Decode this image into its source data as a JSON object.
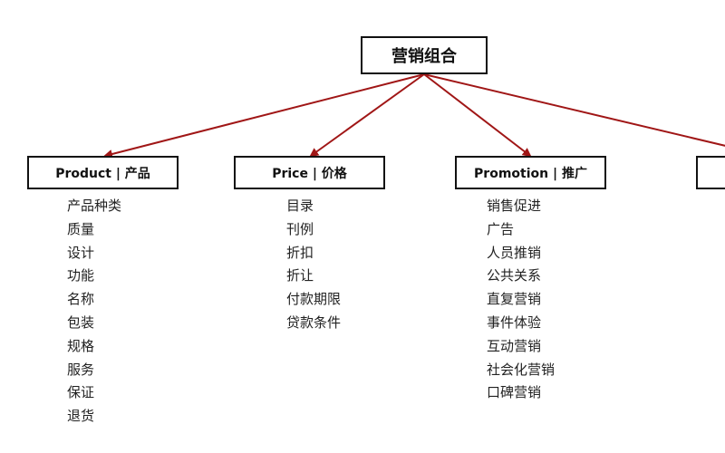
{
  "root": {
    "label": "营销组合"
  },
  "colors": {
    "connector": "#a01616",
    "border": "#111111",
    "text": "#222222"
  },
  "categories": [
    {
      "label": "Product | 产品",
      "items": [
        "产品种类",
        "质量",
        "设计",
        "功能",
        "名称",
        "包装",
        "规格",
        "服务",
        "保证",
        "退货"
      ]
    },
    {
      "label": "Price | 价格",
      "items": [
        "目录",
        "刊例",
        "折扣",
        "折让",
        "付款期限",
        "贷款条件"
      ]
    },
    {
      "label": "Promotion | 推广",
      "items": [
        "销售促进",
        "广告",
        "人员推销",
        "公共关系",
        "直复营销",
        "事件体验",
        "互动营销",
        "社会化营销",
        "口碑营销"
      ]
    },
    {
      "label": "",
      "items": []
    }
  ]
}
